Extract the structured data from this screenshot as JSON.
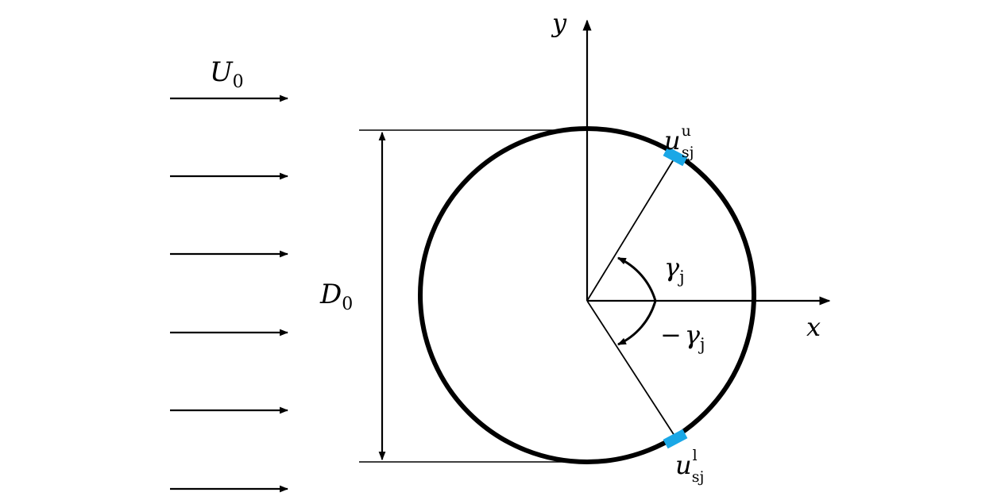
{
  "labels": {
    "freestream_velocity": {
      "base": "U",
      "sub": "0"
    },
    "diameter": {
      "base": "D",
      "sub": "0"
    },
    "x_axis": "x",
    "y_axis": "y",
    "angle_upper": {
      "base": "γ",
      "sub": "j"
    },
    "angle_lower": {
      "prefix": "−",
      "base": "γ",
      "sub": "j"
    },
    "jet_upper": {
      "base": "u",
      "sub": "sj",
      "sup": "u"
    },
    "jet_lower": {
      "base": "u",
      "sub": "sj",
      "sup": "l"
    }
  },
  "colors": {
    "stroke": "#000000",
    "jet_slot": "#1aa7e6",
    "background": "#ffffff"
  },
  "flow_arrow_count": 6
}
